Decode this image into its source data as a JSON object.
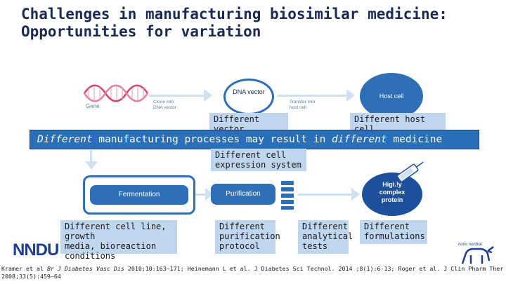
{
  "title": {
    "line1": "Challenges in manufacturing biosimilar medicine:",
    "line2": "Opportunities for variation"
  },
  "diagram": {
    "gene_label": "Gene",
    "clone_label_1": "Clone into",
    "clone_label_2": "DNA vector",
    "dna_vector_label": "DNA vector",
    "transfer_label_1": "Transfer into",
    "transfer_label_2": "host cell",
    "host_cell_label": "Host cell",
    "fermentation_label": "Fermentation",
    "purification_label": "Purification",
    "protein_label_1": "Highly",
    "protein_label_2": "complex",
    "protein_label_3": "protein"
  },
  "labels": {
    "different_vector": "Different vector",
    "different_host_cell": "Different host cell",
    "different_cell_expression_1": "Different cell",
    "different_cell_expression_2": "expression system",
    "cell_line_1": "Different cell line, growth",
    "cell_line_2": "media, bioreaction",
    "cell_line_3": "conditions",
    "purification_1": "Different",
    "purification_2": "purification",
    "purification_3": "protocol",
    "analytical_1": "Different",
    "analytical_2": "analytical",
    "analytical_3": "tests",
    "formulations_1": "Different",
    "formulations_2": "formulations"
  },
  "banner": {
    "part1": "Different",
    "part2": " manufacturing processes may result in ",
    "part3": "different",
    "part4": " medicine"
  },
  "footer": {
    "ref_a": "Kramer et al ",
    "ref_journal": "Br J Diabetes Vasc Dis",
    "ref_b": " 2010;10:163–171; Heinemann L et al. J Diabetes Sci Technol. 2014 ;8(1):6-13; Roger et al. J Clin Pharm Ther",
    "ref_line2": "2008;33(5):459–64"
  },
  "logos": {
    "left_logo": "NNDU",
    "right_logo": "novo nordisk"
  },
  "colors": {
    "navy": "#1a2a52",
    "blue": "#2e6fb7",
    "banner_blue": "#2a6fba",
    "label_bg": "#bfd6ee",
    "arrow": "#cfe0f0"
  }
}
